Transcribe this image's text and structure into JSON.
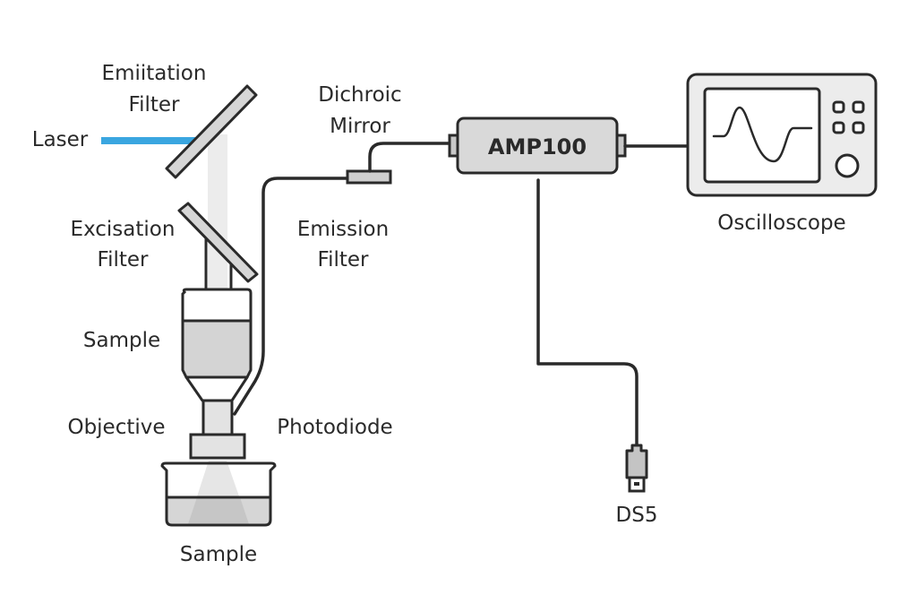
{
  "diagram": {
    "title": "Fluorescence detection setup",
    "labels": {
      "emitation_filter_line1": "Emiitation",
      "emitation_filter_line2": "Filter",
      "laser": "Laser",
      "excisation_filter_line1": "Excisation",
      "excisation_filter_line2": "Filter",
      "sample_upper": "Sample",
      "objective": "Objective",
      "sample_lower": "Sample",
      "dichroic_mirror_line1": "Dichroic",
      "dichroic_mirror_line2": "Mirror",
      "emission_filter_line1": "Emission",
      "emission_filter_line2": "Filter",
      "photodiode": "Photodiode",
      "amplifier": "AMP100",
      "oscilloscope": "Oscilloscope",
      "connector": "DS5"
    },
    "colors": {
      "laser_beam": "#3aa6e0",
      "outline": "#2a2a2a",
      "component_fill": "#d4d4d4",
      "light_fill": "#e8e8e8",
      "beam_path": "#ececec"
    },
    "connections": [
      {
        "from": "Photodiode",
        "to": "Emission Filter"
      },
      {
        "from": "Emission Filter",
        "to": "AMP100"
      },
      {
        "from": "AMP100",
        "to": "Oscilloscope"
      },
      {
        "from": "AMP100",
        "to": "DS5"
      }
    ]
  }
}
